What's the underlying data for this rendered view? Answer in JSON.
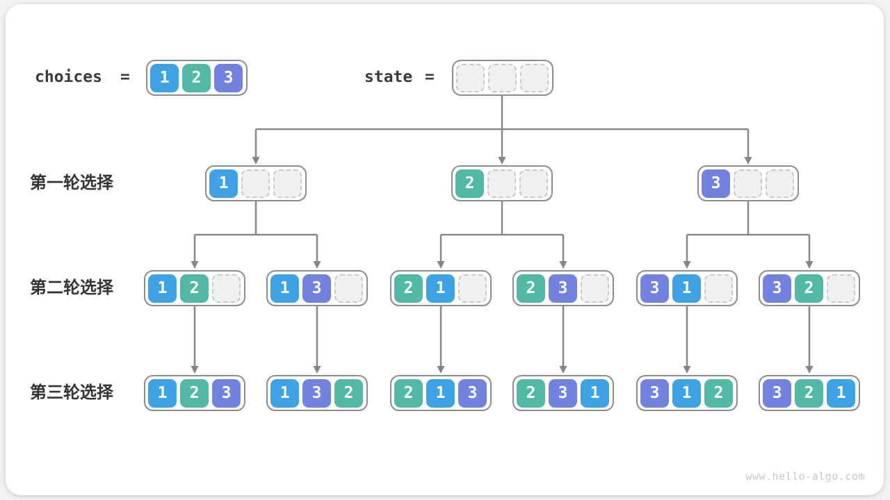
{
  "title_area": {
    "choices_label": "choices",
    "choices_equals": "=",
    "state_label": "state",
    "state_equals": "="
  },
  "choices": [
    1,
    2,
    3
  ],
  "state": [
    null,
    null,
    null
  ],
  "rows": [
    {
      "label": "第一轮选择",
      "nodes": [
        [
          1,
          null,
          null
        ],
        [
          2,
          null,
          null
        ],
        [
          3,
          null,
          null
        ]
      ]
    },
    {
      "label": "第二轮选择",
      "nodes": [
        [
          1,
          2,
          null
        ],
        [
          1,
          3,
          null
        ],
        [
          2,
          1,
          null
        ],
        [
          2,
          3,
          null
        ],
        [
          3,
          1,
          null
        ],
        [
          3,
          2,
          null
        ]
      ]
    },
    {
      "label": "第三轮选择",
      "nodes": [
        [
          1,
          2,
          3
        ],
        [
          1,
          3,
          2
        ],
        [
          2,
          1,
          3
        ],
        [
          2,
          3,
          1
        ],
        [
          3,
          1,
          2
        ],
        [
          3,
          2,
          1
        ]
      ]
    }
  ],
  "colors": {
    "value1": "#3ea3e6",
    "value2": "#52b9a5",
    "value3": "#7381df",
    "arrow": "#868686",
    "container_border": "#8c8c8c",
    "empty_fill": "#f0f0f0",
    "empty_border": "#c9c9c9"
  },
  "watermark": "www.hello-algo.com"
}
